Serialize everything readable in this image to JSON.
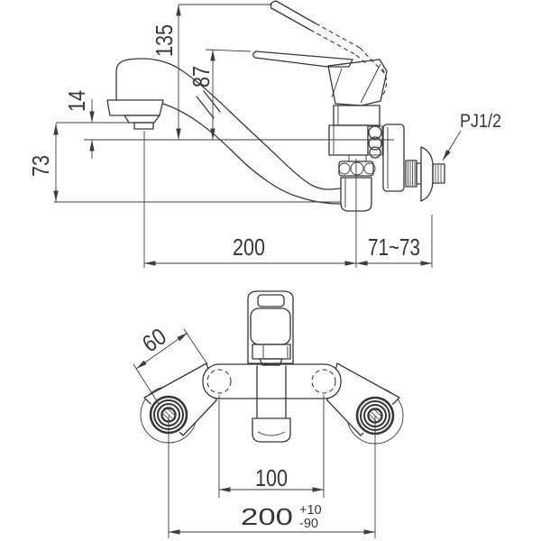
{
  "side_view": {
    "dim_total_height": "135",
    "dim_handle_height": "87",
    "dim_outlet_offset": "14",
    "dim_spout_drop": "73",
    "dim_spout_reach": "200",
    "dim_wall_distance": "71~73",
    "thread_label": "PJ1/2"
  },
  "front_view": {
    "dim_eccentric_leg": "60",
    "dim_inlet_pitch": "100",
    "dim_install_pitch": "200",
    "dim_install_tol_plus": "+10",
    "dim_install_tol_minus": "-90"
  },
  "colors": {
    "line": "#373737",
    "background": "#ffffff"
  }
}
